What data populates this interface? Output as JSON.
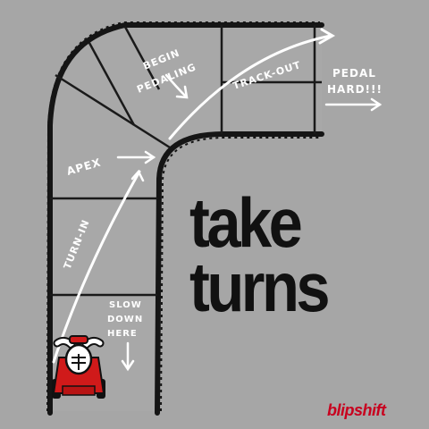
{
  "headline": {
    "line1": "take",
    "line2": "turns"
  },
  "labels": {
    "begin": "BEGIN",
    "pedaling": "PEDALING",
    "track_out": "TRACK-OUT",
    "pedal": "PEDAL",
    "hard": "HARD!!!",
    "apex": "APEX",
    "turn_in": "TURN-IN",
    "slow": "SLOW",
    "down": "DOWN",
    "here": "HERE"
  },
  "brand": {
    "logo_text": "blipshift"
  },
  "colors": {
    "background": "#a6a6a6",
    "ink": "#111111",
    "chalk": "#ffffff",
    "brand_red": "#c8001e"
  },
  "icons": [
    "racer-kart-icon",
    "chalk-arrow-icon"
  ]
}
